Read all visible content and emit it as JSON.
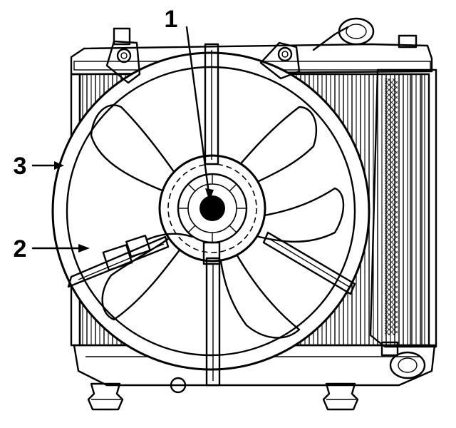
{
  "callouts": {
    "fan_motor": "1",
    "fan_blade": "2",
    "fan_shroud": "3"
  },
  "colors": {
    "ink": "#000000",
    "paper": "#ffffff"
  }
}
